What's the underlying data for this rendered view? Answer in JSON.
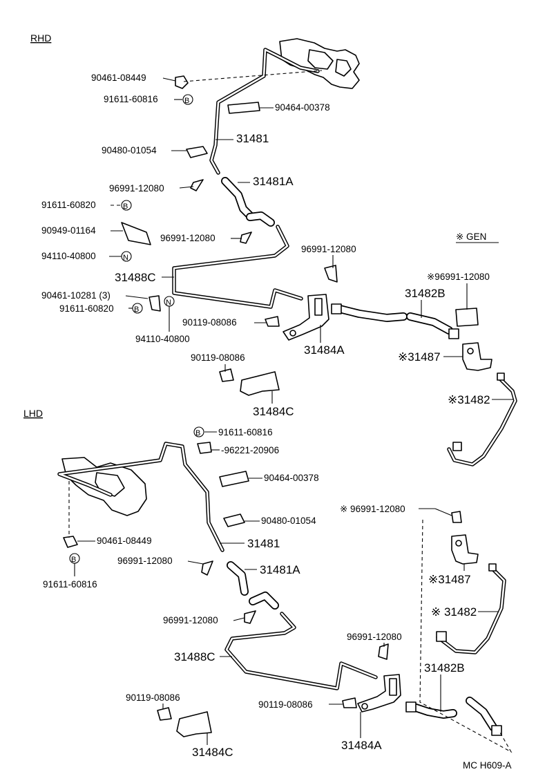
{
  "sections": {
    "rhd": "RHD",
    "lhd": "LHD",
    "gen": "※ GEN"
  },
  "footer": "MC H609-A",
  "symbols": {
    "b": "B",
    "n": "N"
  },
  "rhd_labels": {
    "p90461_08449": "90461-08449",
    "p91611_60816": "91611-60816",
    "p90464_00378": "90464-00378",
    "p31481": "31481",
    "p90480_01054": "90480-01054",
    "p31481A": "31481A",
    "p96991_12080_a": "96991-12080",
    "p91611_60820_a": "91611-60820",
    "p90949_01164": "90949-01164",
    "p96991_12080_b": "96991-12080",
    "p94110_40800_a": "94110-40800",
    "p31488C": "31488C",
    "p90461_10281": "90461-10281 (3)",
    "p91611_60820_b": "91611-60820",
    "p96991_12080_c": "96991-12080",
    "p90119_08086_a": "90119-08086",
    "p94110_40800_b": "94110-40800",
    "p31484A": "31484A",
    "p90119_08086_b": "90119-08086",
    "p31484C": "31484C",
    "p96991_12080_gen": "※96991-12080",
    "p31482B": "31482B",
    "p31487": "※31487",
    "p31482": "※31482"
  },
  "lhd_labels": {
    "p91611_60816_a": "91611-60816",
    "p96221_20906": "-96221-20906",
    "p90464_00378": "90464-00378",
    "p90480_01054": "90480-01054",
    "p31481": "31481",
    "p90461_08449": "90461-08449",
    "p96991_12080_a": "96991-12080",
    "p31481A": "31481A",
    "p91611_60816_b": "91611-60816",
    "p96991_12080_b": "96991-12080",
    "p96991_12080_gen": "※ 96991-12080",
    "p31487": "※31487",
    "p31482": "※ 31482",
    "p96991_12080_c": "96991-12080",
    "p31488C": "31488C",
    "p31482B": "31482B",
    "p90119_08086_a": "90119-08086",
    "p90119_08086_b": "90119-08086",
    "p31484C": "31484C",
    "p31484A": "31484A"
  }
}
